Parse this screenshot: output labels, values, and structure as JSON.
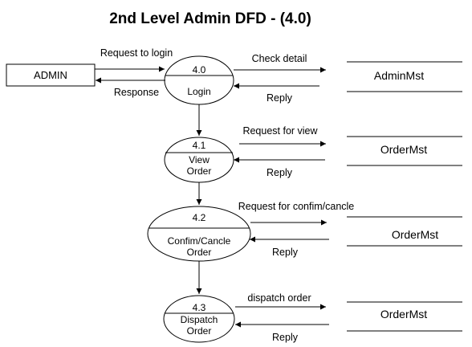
{
  "title": "2nd Level Admin DFD - (4.0)",
  "entity": {
    "label": "ADMIN"
  },
  "processes": [
    {
      "id": "4.0",
      "name_lines": [
        "Login"
      ]
    },
    {
      "id": "4.1",
      "name_lines": [
        "View",
        "Order"
      ]
    },
    {
      "id": "4.2",
      "name_lines": [
        "Confim/Cancle",
        "Order"
      ]
    },
    {
      "id": "4.3",
      "name_lines": [
        "Dispatch",
        "Order"
      ]
    }
  ],
  "stores": [
    {
      "name": "AdminMst"
    },
    {
      "name": "OrderMst"
    },
    {
      "name": "OrderMst"
    },
    {
      "name": "OrderMst"
    }
  ],
  "flows": {
    "request_to_login": "Request to login",
    "response": "Response",
    "check_detail": "Check detail",
    "reply_0": "Reply",
    "request_for_view": "Request for view",
    "reply_1": "Reply",
    "request_confirm": "Request for confim/cancle",
    "reply_2": "Reply",
    "dispatch_order": "dispatch order",
    "reply_3": "Reply"
  }
}
